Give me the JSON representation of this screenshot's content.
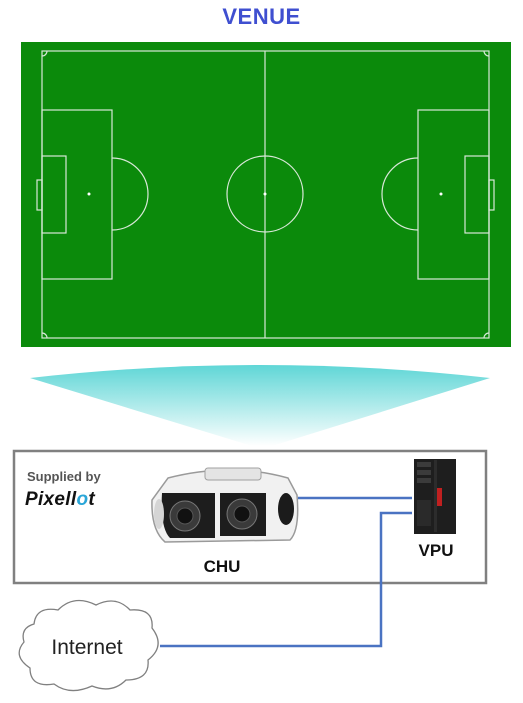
{
  "title": "VENUE",
  "supplier": {
    "caption": "Supplied by",
    "brand_part1": "Pixell",
    "brand_part2": "o",
    "brand_part3": "t"
  },
  "nodes": {
    "camera": "CHU",
    "processor": "VPU",
    "network": "Internet"
  },
  "colors": {
    "title": "#3f4fd0",
    "pitch": "#0b8a0b",
    "field_of_view": "#6fd8d8",
    "link": "#4a73c2",
    "box_border": "#808080"
  }
}
